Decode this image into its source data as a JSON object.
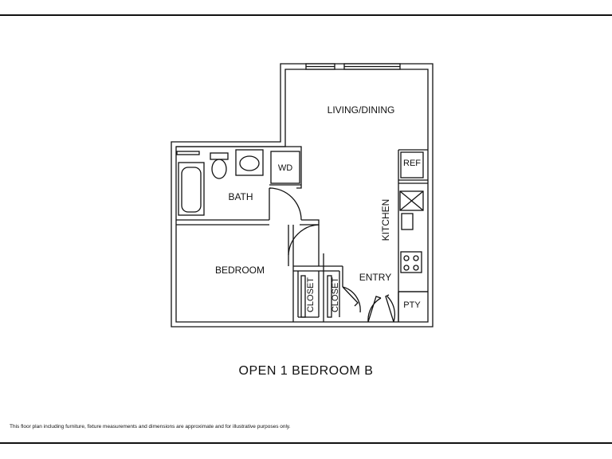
{
  "rooms": {
    "living_dining": "LIVING/DINING",
    "bath": "BATH",
    "wd": "WD",
    "ref": "REF",
    "kitchen": "KITCHEN",
    "bedroom": "BEDROOM",
    "closet_left": "CLOSET",
    "closet_right": "CLOSET",
    "entry": "ENTRY",
    "pty": "PTY"
  },
  "title": "OPEN 1 BEDROOM  B",
  "disclaimer": "This floor plan including furniture, fixture measurements and dimensions are approximate and for illustrative purposes only."
}
